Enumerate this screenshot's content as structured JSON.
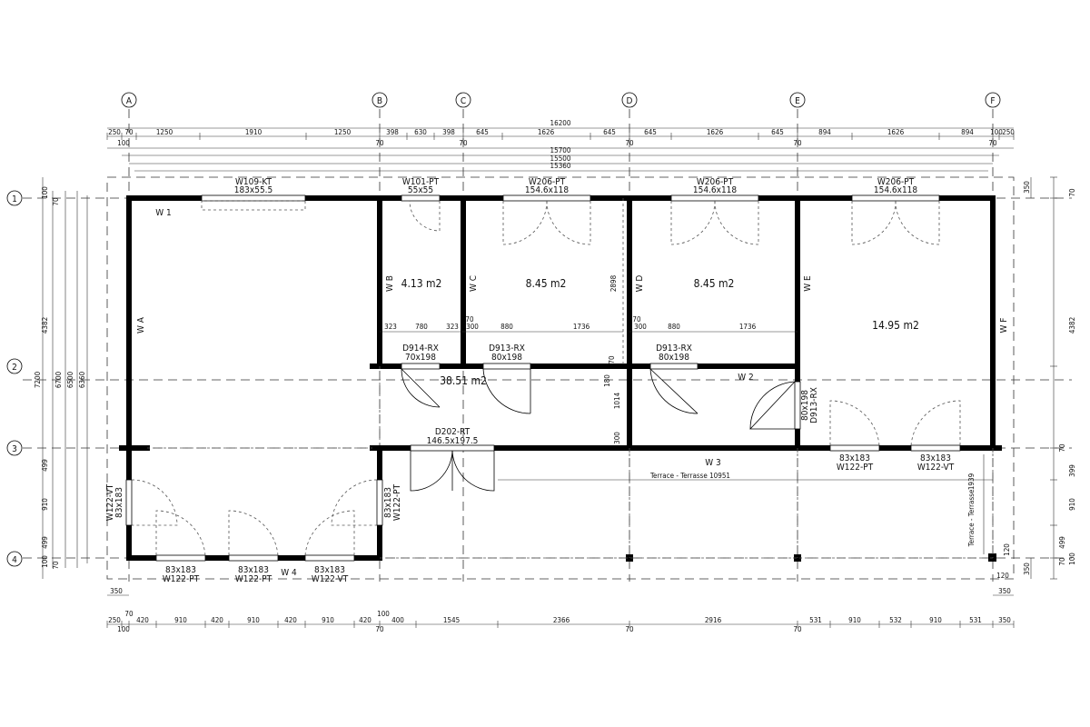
{
  "axes_columns": [
    "A",
    "B",
    "C",
    "D",
    "E",
    "F"
  ],
  "axes_rows": [
    "1",
    "2",
    "3",
    "4"
  ],
  "top_dims": {
    "overall": "16200",
    "row1": [
      "250",
      "70",
      "1250",
      "1910",
      "1250",
      "398",
      "630",
      "398",
      "645",
      "1626",
      "645",
      "645",
      "1626",
      "645",
      "894",
      "1626",
      "894",
      "100",
      "250"
    ],
    "row2": [
      "100",
      "70",
      "70",
      "70",
      "70",
      "70"
    ],
    "l15700": "15700",
    "l15500": "15500",
    "l15360": "15360"
  },
  "bottom_dims": {
    "d350": "350",
    "row1": [
      "250",
      "420",
      "910",
      "420",
      "910",
      "420",
      "910",
      "420",
      "400",
      "1545",
      "2366",
      "2916",
      "531",
      "910",
      "532",
      "910",
      "531",
      "350"
    ],
    "row2": [
      "70",
      "100",
      "100",
      "70",
      "70",
      "70"
    ]
  },
  "left_dims": {
    "outer": [
      "100",
      "70",
      "4382",
      "499",
      "910",
      "499",
      "100",
      "70"
    ],
    "totals": [
      "7200",
      "6700",
      "6500",
      "6360"
    ]
  },
  "right_dims": {
    "v": [
      "350",
      "70",
      "4382",
      "70",
      "399",
      "910",
      "499",
      "100",
      "70",
      "350"
    ]
  },
  "openings": {
    "w109": {
      "code": "W109-KT",
      "size": "183x55.5"
    },
    "w101": {
      "code": "W101-PT",
      "size": "55x55"
    },
    "w206a": {
      "code": "W206-PT",
      "size": "154.6x118"
    },
    "w206b": {
      "code": "W206-PT",
      "size": "154.6x118"
    },
    "w206c": {
      "code": "W206-PT",
      "size": "154.6x118"
    },
    "d914": {
      "code": "D914-RX",
      "size": "70x198"
    },
    "d913a": {
      "code": "D913-RX",
      "size": "80x198"
    },
    "d913b": {
      "code": "D913-RX",
      "size": "80x198"
    },
    "d913c": {
      "code": "D913-RX",
      "size": "80x198"
    },
    "d202": {
      "code": "D202-RT",
      "size": "146.5x197.5"
    },
    "w122a": {
      "code": "W122-PT",
      "size": "83x183"
    },
    "w122b": {
      "code": "W122-VT",
      "size": "83x183"
    },
    "w122c": {
      "code": "W122-VT",
      "size": "83x183"
    },
    "w122d": {
      "code": "W122-PT",
      "size": "83x183"
    },
    "w122e": {
      "code": "W122-PT",
      "size": "83x183"
    },
    "w122f": {
      "code": "W122-PT",
      "size": "83x183"
    },
    "w122g": {
      "code": "W122-VT",
      "size": "83x183"
    }
  },
  "wall_tags": {
    "w1": "W 1",
    "w2": "W 2",
    "w3": "W 3",
    "w4": "W 4",
    "wA": "W A",
    "wB": "W B",
    "wC": "W C",
    "wD": "W D",
    "wE": "W E",
    "wF": "W F"
  },
  "areas": {
    "a1": "4.13 m2",
    "a2": "8.45 m2",
    "a3": "8.45 m2",
    "a4": "14.95 m2",
    "a5": "38.51 m2"
  },
  "inner_dims": {
    "r1": [
      "323",
      "780",
      "323"
    ],
    "r2": [
      "300",
      "880",
      "1736"
    ],
    "r3": [
      "300",
      "880",
      "1736"
    ],
    "d70a": "70",
    "d70b": "70",
    "d70c": "70",
    "d2898": "2898",
    "d180": "180",
    "d1014": "1014",
    "d300": "300",
    "d1939": "1939",
    "d120a": "120",
    "d120b": "120"
  },
  "terrace": {
    "long": "Terrace - Terrasse 10951",
    "short": "Terrace - Terrasse"
  }
}
